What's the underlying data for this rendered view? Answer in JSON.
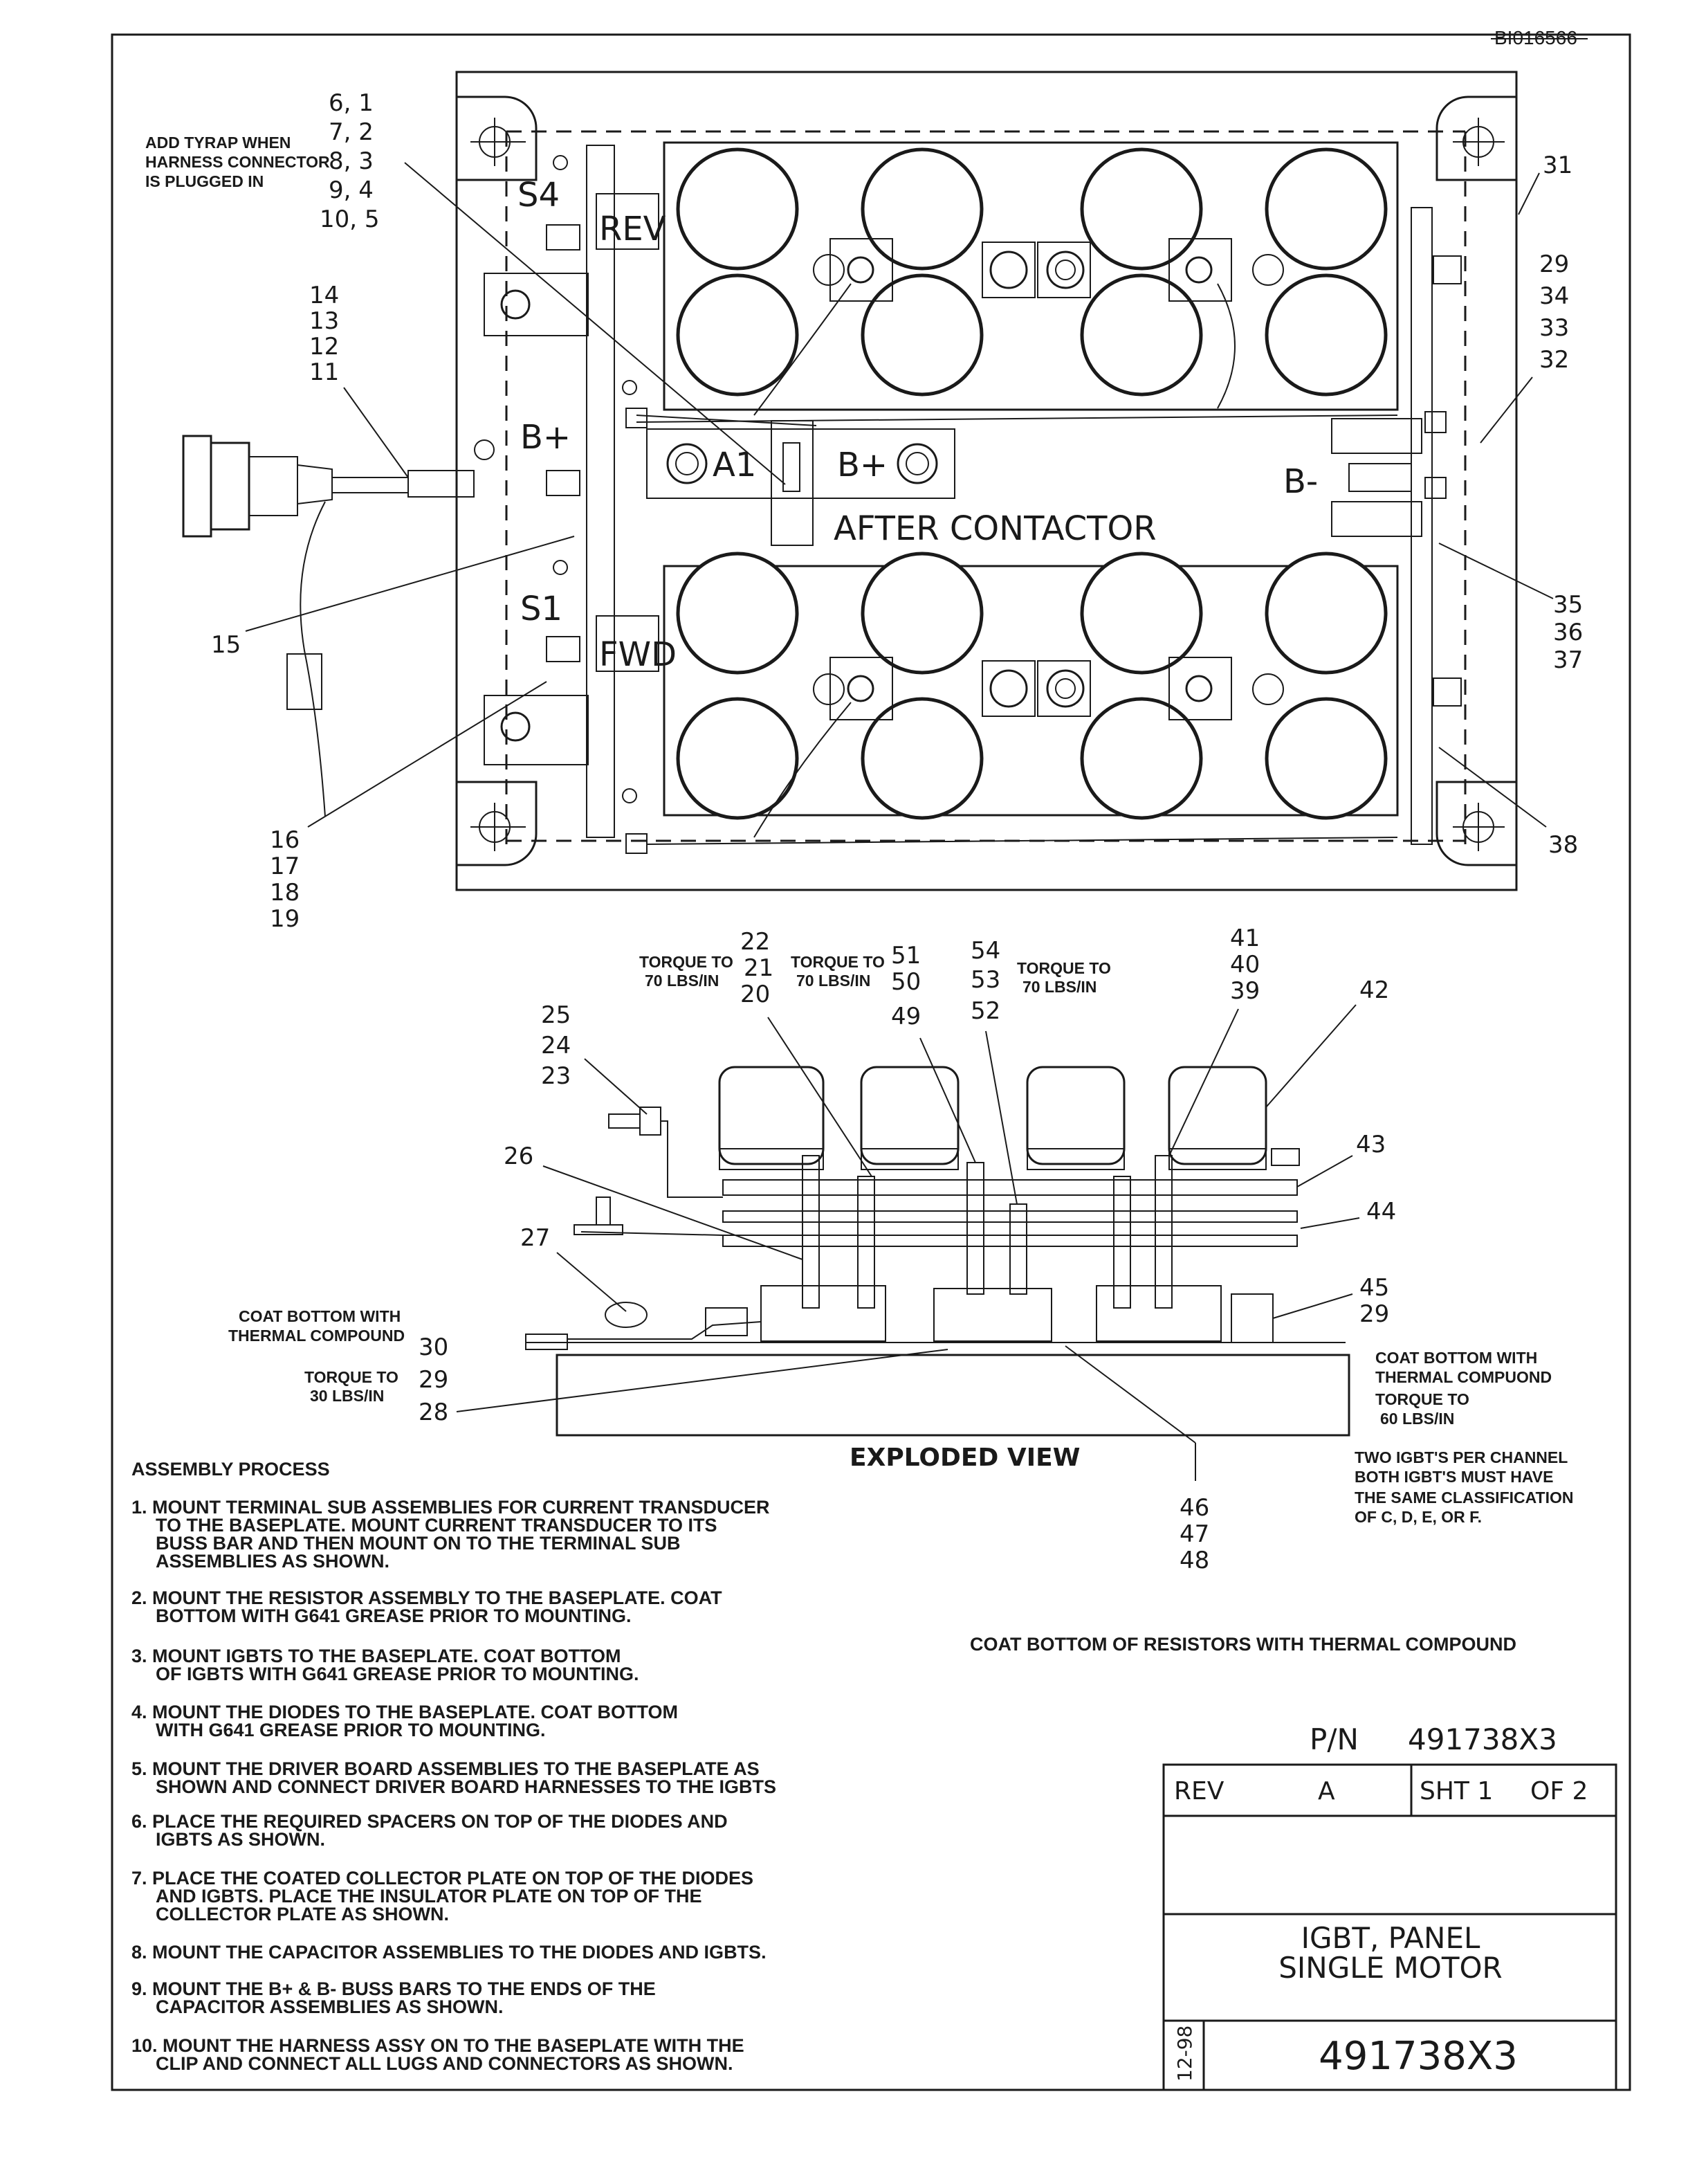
{
  "doc_id": "BI016566",
  "callouts": {
    "top_left_pairs": [
      "6, 1",
      "7, 2",
      "8, 3",
      "9, 4",
      "10, 5"
    ],
    "tywrap_note": [
      "ADD TYRAP WHEN",
      "HARNESS CONNECTOR",
      "IS PLUGGED IN"
    ],
    "n14_11": [
      "14",
      "13",
      "12",
      "11"
    ],
    "n15": "15",
    "n16_19": [
      "16",
      "17",
      "18",
      "19"
    ],
    "n31": "31",
    "n29_32": [
      "29",
      "34",
      "33",
      "32"
    ],
    "n35_37": [
      "35",
      "36",
      "37"
    ],
    "n38": "38"
  },
  "panel_labels": {
    "s4": "S4",
    "rev": "REV",
    "bplus_left": "B+",
    "a1": "A1",
    "bplus_bus": "B+",
    "after_contactor": "AFTER CONTACTOR",
    "bminus": "B-",
    "s1": "S1",
    "fwd": "FWD"
  },
  "exploded": {
    "torque1": [
      "TORQUE TO",
      "70 LBS/IN"
    ],
    "n22_20": [
      "22",
      "21",
      "20"
    ],
    "torque2": [
      "TORQUE TO",
      "70 LBS/IN"
    ],
    "n51_50": [
      "51",
      "50"
    ],
    "n49": "49",
    "n54_52": [
      "54",
      "53",
      "52"
    ],
    "torque3": [
      "TORQUE TO",
      "70 LBS/IN"
    ],
    "n41_39": [
      "41",
      "40",
      "39"
    ],
    "n42": "42",
    "n25_23": [
      "25",
      "24",
      "23"
    ],
    "n26": "26",
    "n27": "27",
    "n43": "43",
    "n44": "44",
    "n45_29": [
      "45",
      "29"
    ],
    "coat_left": [
      "COAT BOTTOM WITH",
      "THERMAL COMPOUND"
    ],
    "n30": "30",
    "torque4": [
      "TORQUE TO",
      "30 LBS/IN"
    ],
    "n29": "29",
    "n28": "28",
    "coat_right": [
      "COAT BOTTOM WITH",
      "THERMAL COMPUOND",
      "TORQUE TO",
      "60 LBS/IN"
    ],
    "title": "EXPLODED VIEW",
    "n46_48": [
      "46",
      "47",
      "48"
    ],
    "igbt_note": [
      "TWO IGBT'S PER CHANNEL",
      "BOTH IGBT'S MUST HAVE",
      "THE SAME CLASSIFICATION",
      "OF C, D, E, OR F."
    ]
  },
  "assembly": {
    "heading": "ASSEMBLY PROCESS",
    "steps": [
      [
        "1. MOUNT TERMINAL SUB ASSEMBLIES FOR CURRENT TRANSDUCER",
        "TO THE BASEPLATE. MOUNT CURRENT TRANSDUCER TO ITS",
        "BUSS BAR AND THEN MOUNT ON TO THE TERMINAL SUB",
        "ASSEMBLIES AS SHOWN."
      ],
      [
        "2. MOUNT THE RESISTOR ASSEMBLY TO THE BASEPLATE. COAT",
        "BOTTOM WITH G641 GREASE PRIOR TO MOUNTING."
      ],
      [
        "3. MOUNT IGBTS TO THE BASEPLATE. COAT BOTTOM",
        "OF IGBTS WITH G641 GREASE PRIOR TO MOUNTING."
      ],
      [
        "4. MOUNT THE DIODES TO THE BASEPLATE. COAT BOTTOM",
        "WITH G641 GREASE PRIOR TO MOUNTING."
      ],
      [
        "5. MOUNT THE DRIVER BOARD ASSEMBLIES TO THE BASEPLATE AS",
        "SHOWN AND CONNECT DRIVER BOARD HARNESSES TO THE IGBTS"
      ],
      [
        "6. PLACE THE REQUIRED SPACERS ON TOP OF THE DIODES AND",
        "IGBTS AS SHOWN."
      ],
      [
        "7. PLACE THE COATED COLLECTOR PLATE ON TOP OF THE DIODES",
        "AND IGBTS. PLACE THE INSULATOR PLATE ON TOP OF THE",
        "COLLECTOR PLATE AS SHOWN."
      ],
      [
        "8. MOUNT THE CAPACITOR ASSEMBLIES TO THE DIODES AND IGBTS."
      ],
      [
        "9. MOUNT THE B+ & B- BUSS BARS TO THE ENDS OF THE",
        "CAPACITOR ASSEMBLIES AS SHOWN."
      ],
      [
        "10. MOUNT THE HARNESS ASSY ON TO THE BASEPLATE WITH THE",
        "CLIP AND CONNECT ALL LUGS AND CONNECTORS AS SHOWN."
      ]
    ]
  },
  "resistor_note": "COAT BOTTOM OF RESISTORS WITH THERMAL COMPOUND",
  "title_block": {
    "pn_label": "P/N",
    "pn_value": "491738X3",
    "rev_label": "REV",
    "rev_value": "A",
    "sheet_label": "SHT 1",
    "sheet_of": "OF 2",
    "title_line1": "IGBT, PANEL",
    "title_line2": "SINGLE MOTOR",
    "date": "12-98",
    "drawing_number": "491738X3"
  }
}
